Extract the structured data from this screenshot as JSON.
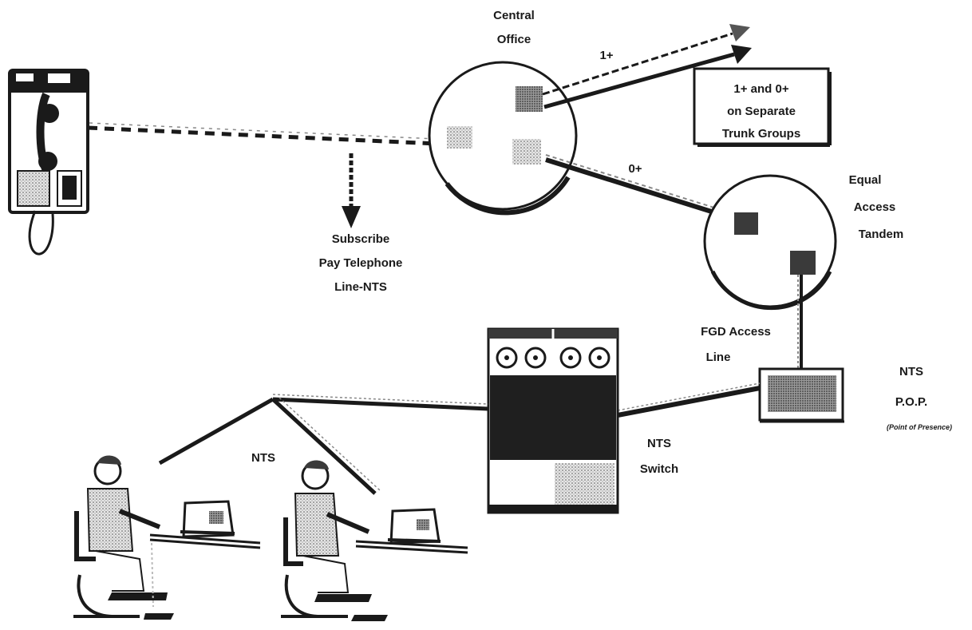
{
  "diagram": {
    "nodes": {
      "central_office": {
        "label_lines": [
          "Central",
          "Office"
        ]
      },
      "tandem": {
        "label_lines": [
          "Equal",
          "Access",
          "Tandem"
        ]
      },
      "separate_trunks_box": {
        "label_lines": [
          "1+ and 0+",
          "on Separate",
          "Trunk Groups"
        ]
      },
      "nts_switch": {
        "label_lines": [
          "NTS",
          "Switch"
        ]
      },
      "nts_pop": {
        "label_lines": [
          "NTS",
          "P.O.P."
        ],
        "sub_label": "(Point of Presence)"
      },
      "operator_area": {
        "label": "NTS"
      }
    },
    "edges": {
      "payphone_line": {
        "label_lines": [
          "Subscribe",
          "Pay Telephone",
          "Line-NTS"
        ]
      },
      "one_plus_trunk": {
        "label": "1+"
      },
      "zero_plus_trunk": {
        "label": "0+"
      },
      "fgd_access_line": {
        "label_lines": [
          "FGD Access",
          "Line"
        ]
      }
    }
  },
  "colors": {
    "ink": "#1a1a1a",
    "gray_fill": "#bdbdbd",
    "dark_fill": "#3a3a3a",
    "background": "#ffffff"
  }
}
